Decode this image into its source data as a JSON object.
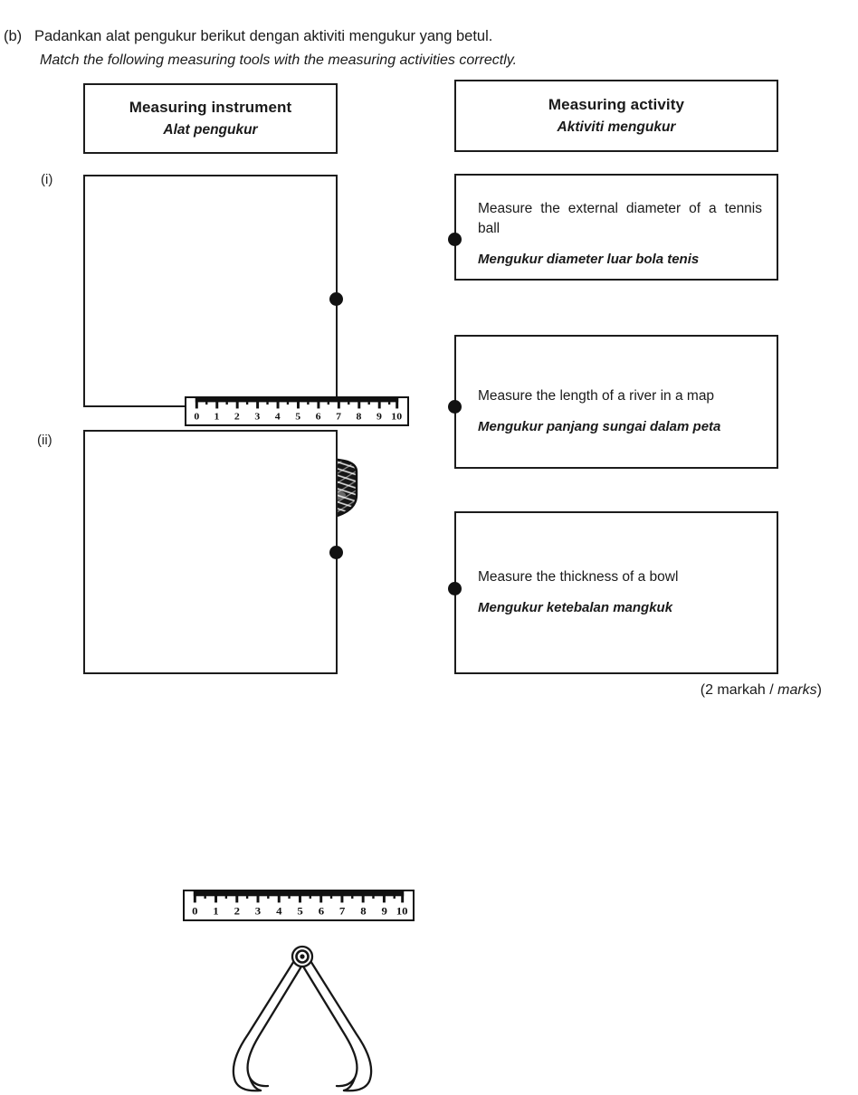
{
  "question": {
    "label": "(b)",
    "instruction_en": "Padankan alat pengukur berikut dengan aktiviti mengukur yang betul.",
    "instruction_ms": "Match the following measuring tools with the measuring activities correctly."
  },
  "headers": {
    "left_en": "Measuring instrument",
    "left_ms": "Alat pengukur",
    "right_en": "Measuring activity",
    "right_ms": "Aktiviti mengukur"
  },
  "instruments": [
    {
      "roman": "(i)",
      "tool": "ruler",
      "object": "bowl",
      "ruler_numbers": [
        "0",
        "1",
        "2",
        "3",
        "4",
        "5",
        "6",
        "7",
        "8",
        "9",
        "10"
      ]
    },
    {
      "roman": "(ii)",
      "tool": "ruler-and-outside-calipers",
      "object": "calipers",
      "ruler_numbers": [
        "0",
        "1",
        "2",
        "3",
        "4",
        "5",
        "6",
        "7",
        "8",
        "9",
        "10"
      ]
    }
  ],
  "activities": [
    {
      "en": "Measure the external diameter of a tennis ball",
      "ms": "Mengukur diameter luar bola tenis"
    },
    {
      "en": "Measure the length of a river in a map",
      "ms": "Mengukur panjang sungai dalam peta"
    },
    {
      "en": "Measure the thickness of a bowl",
      "ms": "Mengukur ketebalan mangkuk"
    }
  ],
  "footer": {
    "marks_ms": "(2 markah / ",
    "marks_en": "marks",
    "marks_close": ")"
  },
  "colors": {
    "ink": "#1c1c1c",
    "paper": "#ffffff"
  }
}
